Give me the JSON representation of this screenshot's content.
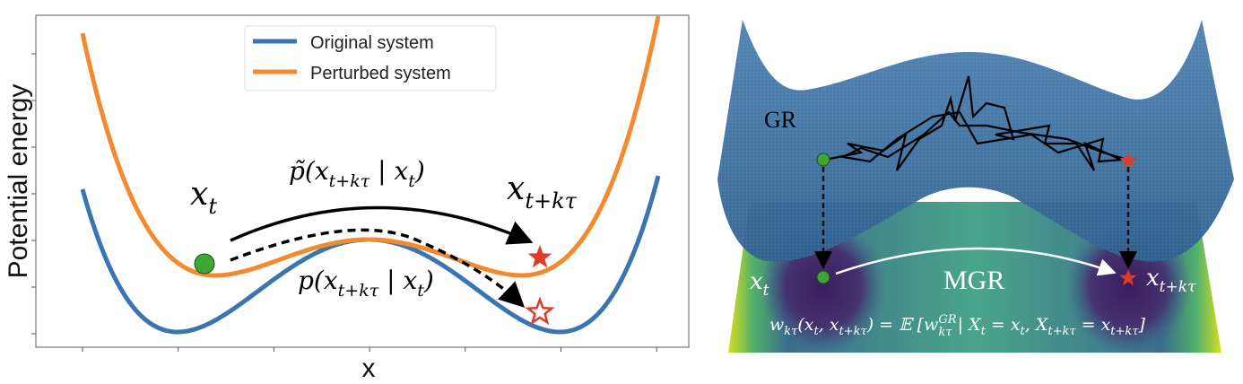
{
  "left_panel": {
    "ylabel": "Potential energy",
    "xlabel": "x",
    "legend": [
      {
        "label": "Original system",
        "color": "#3a75b0"
      },
      {
        "label": "Perturbed system",
        "color": "#f28a30"
      }
    ],
    "labels": {
      "x_t": "x",
      "x_t_sub": "t",
      "x_tk": "x",
      "x_tk_sub": "t+kτ",
      "p_tilde": "p̃(x",
      "p_tilde_sub": "t+kτ",
      "p_tilde_mid": " | x",
      "p_tilde_sub2": "t",
      "p_tilde_end": ")",
      "p": "p(x",
      "p_sub": "t+kτ",
      "p_mid": " | x",
      "p_sub2": "t",
      "p_end": ")"
    },
    "colors": {
      "start": "#3fa535",
      "end": "#e03a2a"
    }
  },
  "right_panel": {
    "gr_label": "GR",
    "mgr_label": "MGR",
    "x_t": "x",
    "x_t_sub": "t",
    "x_tk": "x",
    "x_tk_sub": "t+kτ",
    "formula": {
      "lhs": "w",
      "lhs_sub": "kτ",
      "lhs_args": "(x",
      "a1": "t",
      "a_mid": ", x",
      "a2": "t+kτ",
      "eq": ") = 𝔼 [w",
      "sup": "GR",
      "sub": "kτ",
      "cond": " | X",
      "c1": "t",
      "c_eq": " = x",
      "c2": "t",
      "c_mid": ", X",
      "c3": "t+kτ",
      "c_eq2": " = x",
      "c4": "t+kτ",
      "end": "]"
    }
  }
}
